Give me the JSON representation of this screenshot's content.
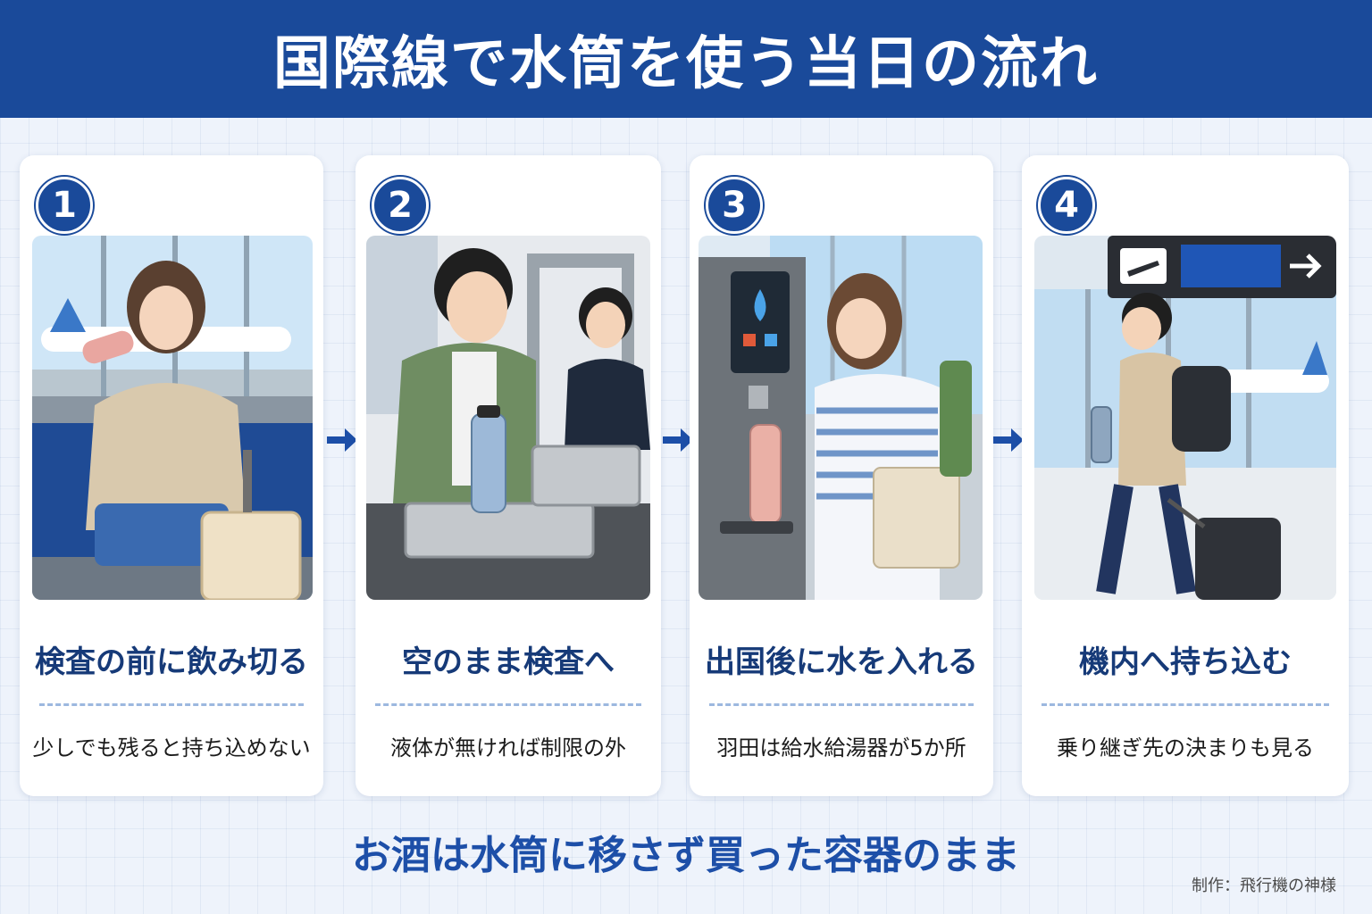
{
  "title": "国際線で水筒を使う当日の流れ",
  "steps": [
    {
      "number": "1",
      "title": "検査の前に飲み切る",
      "note": "少しでも残ると持ち込めない"
    },
    {
      "number": "2",
      "title": "空のまま検査へ",
      "note": "液体が無ければ制限の外"
    },
    {
      "number": "3",
      "title": "出国後に水を入れる",
      "note": "羽田は給水給湯器が5か所"
    },
    {
      "number": "4",
      "title": "機内へ持ち込む",
      "note": "乗り継ぎ先の決まりも見る"
    }
  ],
  "footer_message": "お酒は水筒に移さず買った容器のまま",
  "credit": "制作：飛行機の神様",
  "colors": {
    "header": "#1a4a9a",
    "step_title": "#163a78",
    "footer_message": "#1d4fa8",
    "arrow": "#1d4fa8"
  }
}
